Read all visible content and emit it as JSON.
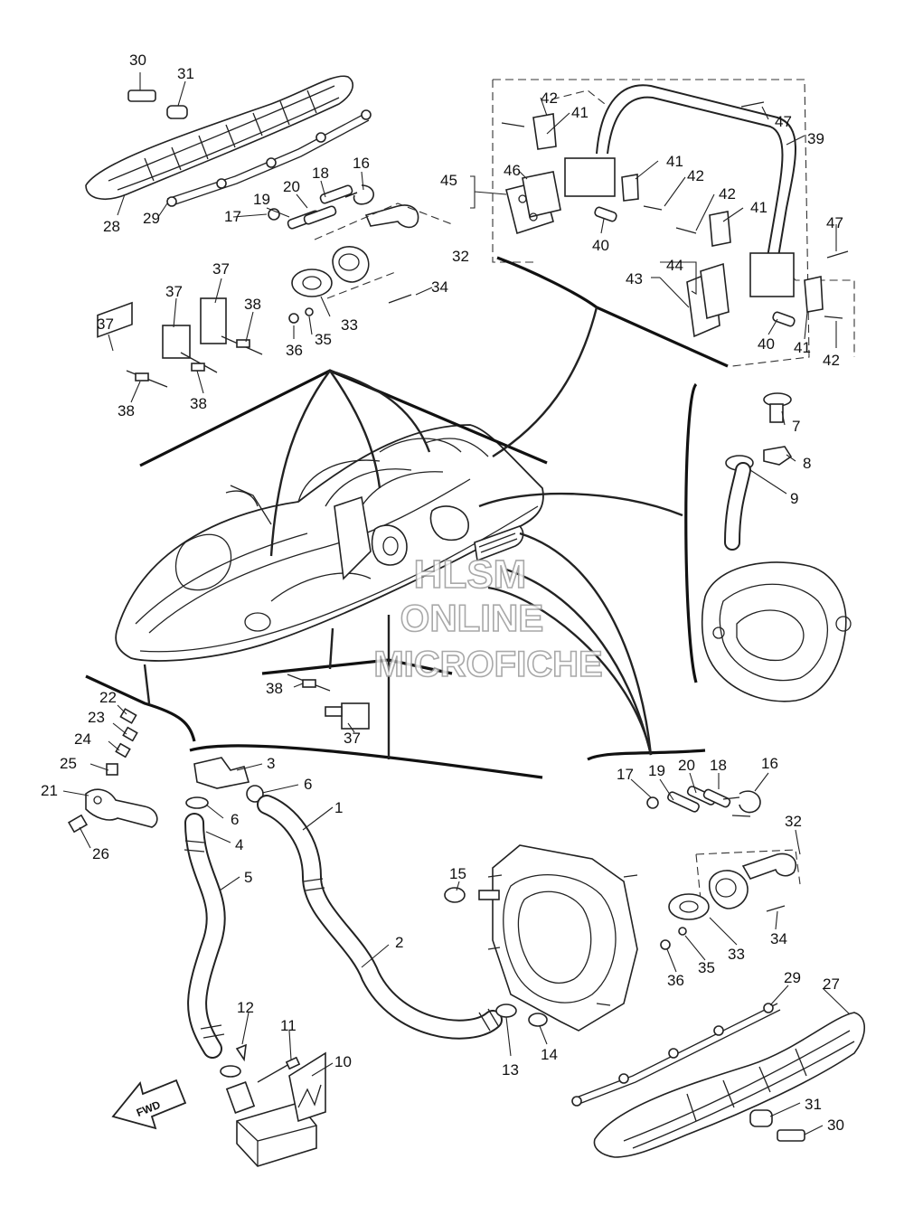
{
  "watermark": {
    "line1": "HLSM",
    "line2": "ONLINE",
    "line3": "MICROFICHE"
  },
  "fwd_label": "FWD",
  "callouts": [
    {
      "id": "c30a",
      "text": "30"
    },
    {
      "id": "c31a",
      "text": "31"
    },
    {
      "id": "c28",
      "text": "28"
    },
    {
      "id": "c29a",
      "text": "29"
    },
    {
      "id": "c17a",
      "text": "17"
    },
    {
      "id": "c19a",
      "text": "19"
    },
    {
      "id": "c20a",
      "text": "20"
    },
    {
      "id": "c18a",
      "text": "18"
    },
    {
      "id": "c16a",
      "text": "16"
    },
    {
      "id": "c32a",
      "text": "32"
    },
    {
      "id": "c34a",
      "text": "34"
    },
    {
      "id": "c33a",
      "text": "33"
    },
    {
      "id": "c35a",
      "text": "35"
    },
    {
      "id": "c36a",
      "text": "36"
    },
    {
      "id": "c37a",
      "text": "37"
    },
    {
      "id": "c37b",
      "text": "37"
    },
    {
      "id": "c37c",
      "text": "37"
    },
    {
      "id": "c38a",
      "text": "38"
    },
    {
      "id": "c38b",
      "text": "38"
    },
    {
      "id": "c38c",
      "text": "38"
    },
    {
      "id": "c42a",
      "text": "42"
    },
    {
      "id": "c41a",
      "text": "41"
    },
    {
      "id": "c47a",
      "text": "47"
    },
    {
      "id": "c39",
      "text": "39"
    },
    {
      "id": "c46",
      "text": "46"
    },
    {
      "id": "c45",
      "text": "45"
    },
    {
      "id": "c41b",
      "text": "41"
    },
    {
      "id": "c42b",
      "text": "42"
    },
    {
      "id": "c42c",
      "text": "42"
    },
    {
      "id": "c41c",
      "text": "41"
    },
    {
      "id": "c40a",
      "text": "40"
    },
    {
      "id": "c47b",
      "text": "47"
    },
    {
      "id": "c44",
      "text": "44"
    },
    {
      "id": "c43",
      "text": "43"
    },
    {
      "id": "c40b",
      "text": "40"
    },
    {
      "id": "c41d",
      "text": "41"
    },
    {
      "id": "c42d",
      "text": "42"
    },
    {
      "id": "c7",
      "text": "7"
    },
    {
      "id": "c8",
      "text": "8"
    },
    {
      "id": "c9",
      "text": "9"
    },
    {
      "id": "c38d",
      "text": "38"
    },
    {
      "id": "c37d",
      "text": "37"
    },
    {
      "id": "c22",
      "text": "22"
    },
    {
      "id": "c23",
      "text": "23"
    },
    {
      "id": "c24",
      "text": "24"
    },
    {
      "id": "c25",
      "text": "25"
    },
    {
      "id": "c21",
      "text": "21"
    },
    {
      "id": "c26",
      "text": "26"
    },
    {
      "id": "c3",
      "text": "3"
    },
    {
      "id": "c6a",
      "text": "6"
    },
    {
      "id": "c6b",
      "text": "6"
    },
    {
      "id": "c4",
      "text": "4"
    },
    {
      "id": "c5",
      "text": "5"
    },
    {
      "id": "c1",
      "text": "1"
    },
    {
      "id": "c2",
      "text": "2"
    },
    {
      "id": "c15",
      "text": "15"
    },
    {
      "id": "c12",
      "text": "12"
    },
    {
      "id": "c11",
      "text": "11"
    },
    {
      "id": "c10",
      "text": "10"
    },
    {
      "id": "c13",
      "text": "13"
    },
    {
      "id": "c14",
      "text": "14"
    },
    {
      "id": "c17b",
      "text": "17"
    },
    {
      "id": "c19b",
      "text": "19"
    },
    {
      "id": "c20b",
      "text": "20"
    },
    {
      "id": "c18b",
      "text": "18"
    },
    {
      "id": "c16b",
      "text": "16"
    },
    {
      "id": "c32b",
      "text": "32"
    },
    {
      "id": "c34b",
      "text": "34"
    },
    {
      "id": "c33b",
      "text": "33"
    },
    {
      "id": "c35b",
      "text": "35"
    },
    {
      "id": "c36b",
      "text": "36"
    },
    {
      "id": "c29b",
      "text": "29"
    },
    {
      "id": "c27",
      "text": "27"
    },
    {
      "id": "c31b",
      "text": "31"
    },
    {
      "id": "c30b",
      "text": "30"
    }
  ]
}
